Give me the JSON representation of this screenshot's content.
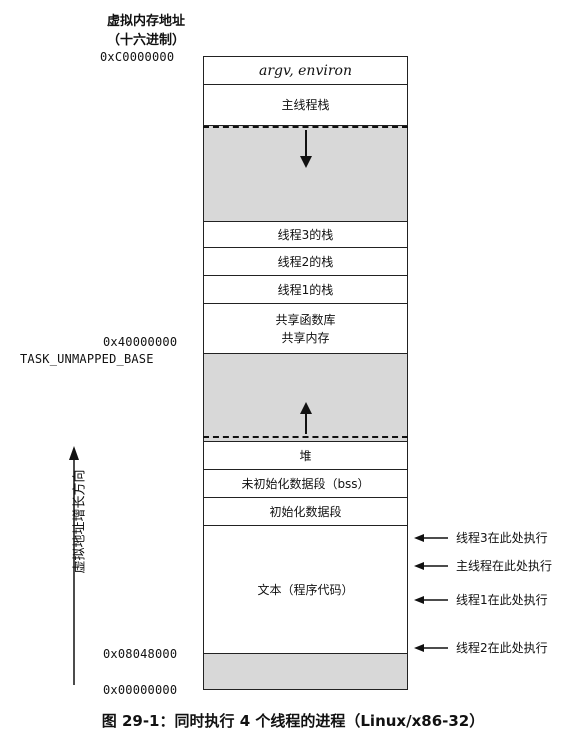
{
  "header": {
    "line1": "虚拟内存地址",
    "line2": "（十六进制）"
  },
  "addresses": {
    "top": "0xC0000000",
    "mid": "0x40000000",
    "mid_name": "TASK_UNMAPPED_BASE",
    "text_start": "0x08048000",
    "zero": "0x00000000"
  },
  "blocks": {
    "argv": "argv, environ",
    "main_stack": "主线程栈",
    "t3_stack": "线程3的栈",
    "t2_stack": "线程2的栈",
    "t1_stack": "线程1的栈",
    "shared_line1": "共享函数库",
    "shared_line2": "共享内存",
    "heap": "堆",
    "bss": "未初始化数据段（bss）",
    "data": "初始化数据段",
    "text": "文本（程序代码）"
  },
  "side_label": "虚拟地址增长方向",
  "threads": [
    "线程3在此处执行",
    "主线程在此处执行",
    "线程1在此处执行",
    "线程2在此处执行"
  ],
  "caption": "图 29-1：同时执行 4 个线程的进程（Linux/x86-32）"
}
